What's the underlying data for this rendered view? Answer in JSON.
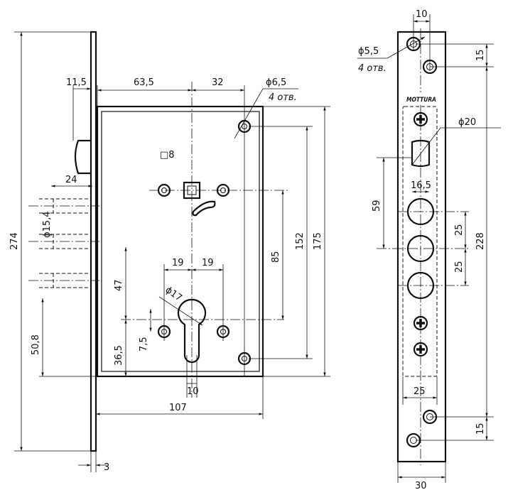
{
  "front_view": {
    "dims": {
      "d11_5": "11,5",
      "d63_5": "63,5",
      "d32": "32",
      "d6_5": "ϕ6,5",
      "holes4": "4 отв.",
      "d8": "□8",
      "d24": "24",
      "d15_4": "ϕ15,4",
      "d274": "274",
      "d85": "85",
      "d152": "152",
      "d175": "175",
      "d19a": "19",
      "d19b": "19",
      "d17": "ϕ17",
      "d47": "47",
      "d50_8": "50,8",
      "d36_5": "36,5",
      "d7_5": "7,5",
      "d10": "10",
      "d107": "107",
      "d3": "3"
    }
  },
  "side_view": {
    "logo": "MOTTURA",
    "dims": {
      "d10": "10",
      "d5_5": "ϕ5,5",
      "holes4": "4 отв.",
      "d15a": "15",
      "d20": "ϕ20",
      "d16_5": "16,5",
      "d59": "59",
      "d25a": "25",
      "d25b": "25",
      "d228": "228",
      "d25c": "25",
      "d15b": "15",
      "d30": "30"
    }
  }
}
